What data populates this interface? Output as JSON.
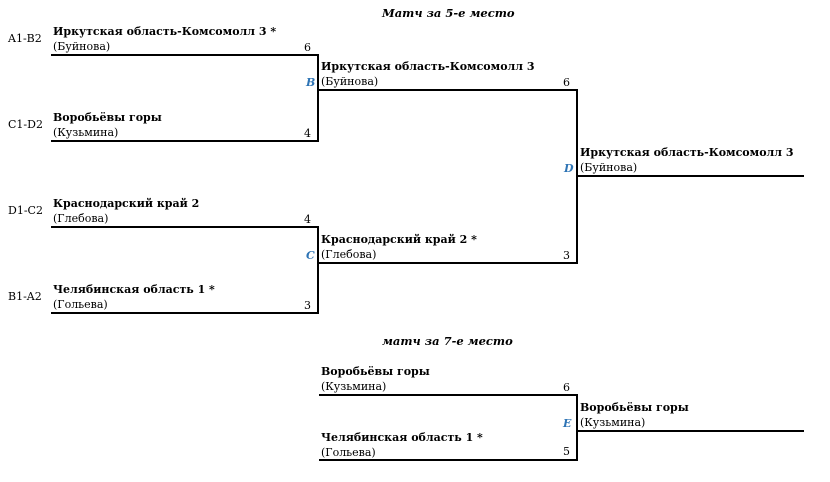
{
  "titles": {
    "fifth_place": "Матч за 5-е место",
    "seventh_place": "матч за 7-е место"
  },
  "round1": [
    {
      "seed": "A1-B2",
      "team": "Иркутская область-Комсомолл 3 *",
      "coach": "(Буйнова)",
      "score": "6"
    },
    {
      "seed": "C1-D2",
      "team": "Воробьёвы горы",
      "coach": "(Кузьмина)",
      "score": "4"
    },
    {
      "seed": "D1-C2",
      "team": "Краснодарский край 2",
      "coach": "(Глебова)",
      "score": "4"
    },
    {
      "seed": "B1-A2",
      "team": "Челябинская область 1 *",
      "coach": "(Гольева)",
      "score": "3"
    }
  ],
  "round2": [
    {
      "match": "B",
      "team": "Иркутская область-Комсомолл 3",
      "coach": "(Буйнова)",
      "score": "6"
    },
    {
      "match": "C",
      "team": "Краснодарский край 2 *",
      "coach": "(Глебова)",
      "score": "3"
    }
  ],
  "final5": {
    "match": "D",
    "team": "Иркутская область-Комсомолл 3",
    "coach": "(Буйнова)"
  },
  "seventh": {
    "entries": [
      {
        "team": "Воробьёвы горы",
        "coach": "(Кузьмина)",
        "score": "6"
      },
      {
        "team": "Челябинская область 1 *",
        "coach": "(Гольева)",
        "score": "5"
      }
    ],
    "match": "E",
    "winner": {
      "team": "Воробьёвы горы",
      "coach": "(Кузьмина)"
    }
  }
}
